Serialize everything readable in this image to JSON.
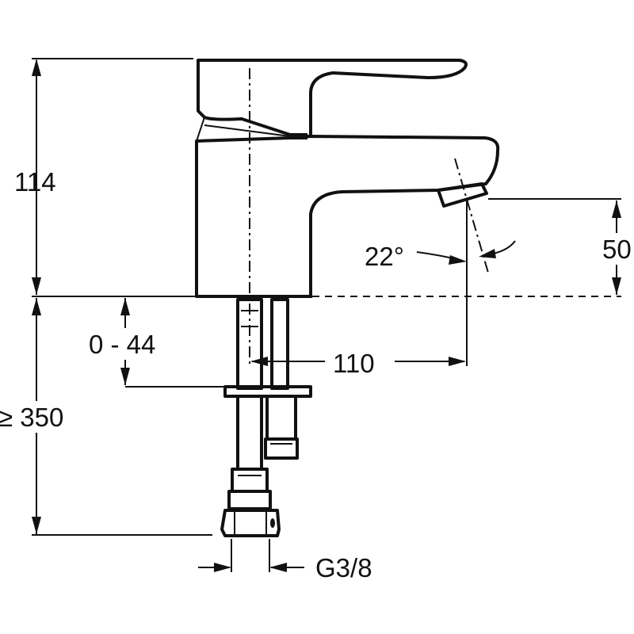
{
  "dimensions": {
    "height_upper": "114",
    "adjust_range": "0 - 44",
    "min_pipe_length": "≥ 350",
    "reach": "110",
    "spout_height": "50",
    "spout_angle": "22°",
    "thread": "G3/8"
  }
}
